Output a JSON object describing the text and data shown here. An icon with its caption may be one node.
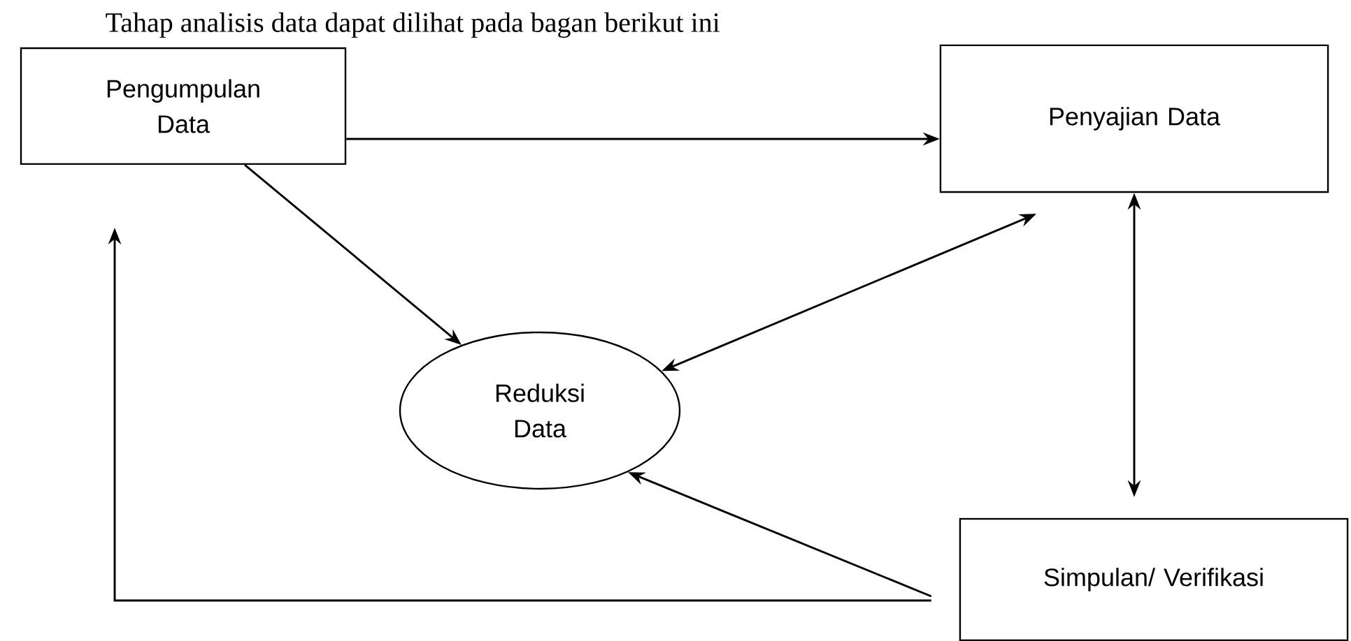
{
  "diagram": {
    "title": "Tahap analisis data dapat dilihat pada bagan berikut ini",
    "nodes": [
      {
        "text": [
          "Pengumpulan Data"
        ]
      },
      {
        "text": [
          "Penyajian Data"
        ]
      },
      {
        "text": [
          "Reduksi Data"
        ]
      },
      {
        "text": [
          "Simpulan/ Verifikasi"
        ]
      }
    ],
    "edges": [
      {
        "from": 0,
        "to": 1,
        "arrow": "to"
      },
      {
        "from": 0,
        "to": 2,
        "arrow": "to"
      },
      {
        "from": 1,
        "to": 2,
        "arrow": "both"
      },
      {
        "from": 1,
        "to": 3,
        "arrow": "both"
      },
      {
        "from": 3,
        "to": 2,
        "arrow": "to"
      },
      {
        "from": 3,
        "to": 0,
        "arrow": "to"
      }
    ]
  }
}
